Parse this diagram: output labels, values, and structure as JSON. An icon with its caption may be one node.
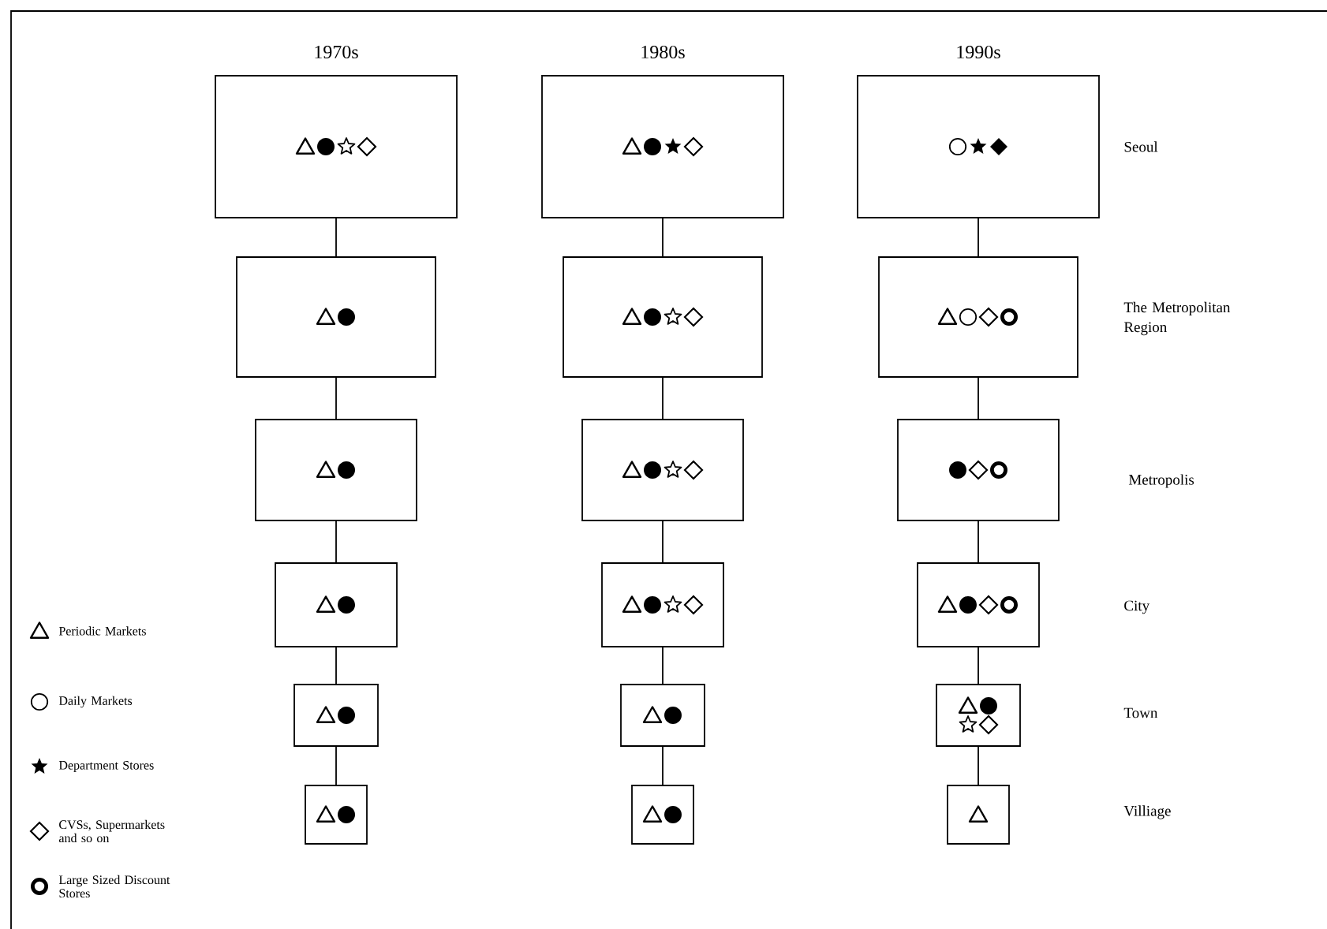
{
  "diagram": {
    "nodes": [
      {
        "text": [],
        "shape": "box"
      },
      {
        "text": [],
        "shape": "box"
      },
      {
        "text": [],
        "shape": "box"
      },
      {
        "text": [],
        "shape": "box"
      },
      {
        "text": [],
        "shape": "box"
      },
      {
        "text": [],
        "shape": "box"
      },
      {
        "text": [],
        "shape": "box"
      },
      {
        "text": [],
        "shape": "box"
      },
      {
        "text": [],
        "shape": "box"
      },
      {
        "text": [],
        "shape": "box"
      },
      {
        "text": [],
        "shape": "box"
      },
      {
        "text": [],
        "shape": "box"
      },
      {
        "text": [],
        "shape": "box"
      },
      {
        "text": [],
        "shape": "box"
      },
      {
        "text": [],
        "shape": "box"
      },
      {
        "text": [],
        "shape": "box"
      },
      {
        "text": [],
        "shape": "box"
      },
      {
        "text": [],
        "shape": "box"
      }
    ],
    "edges": [
      {
        "from": 0,
        "to": 1,
        "arrow": "none"
      },
      {
        "from": 1,
        "to": 2,
        "arrow": "none"
      },
      {
        "from": 2,
        "to": 3,
        "arrow": "none"
      },
      {
        "from": 3,
        "to": 4,
        "arrow": "none"
      },
      {
        "from": 4,
        "to": 5,
        "arrow": "none"
      },
      {
        "from": 6,
        "to": 7,
        "arrow": "none"
      },
      {
        "from": 7,
        "to": 8,
        "arrow": "none"
      },
      {
        "from": 8,
        "to": 9,
        "arrow": "none"
      },
      {
        "from": 9,
        "to": 10,
        "arrow": "none"
      },
      {
        "from": 10,
        "to": 11,
        "arrow": "none"
      },
      {
        "from": 12,
        "to": 13,
        "arrow": "none"
      },
      {
        "from": 13,
        "to": 14,
        "arrow": "none"
      },
      {
        "from": 14,
        "to": 15,
        "arrow": "none"
      },
      {
        "from": 15,
        "to": 16,
        "arrow": "none"
      },
      {
        "from": 16,
        "to": 17,
        "arrow": "none"
      }
    ],
    "labels": [
      "1970s",
      "1980s",
      "1990s",
      "Seoul",
      "The Metropolitan Region",
      "Metropolis",
      "City",
      "Town",
      "Villiage"
    ],
    "legend": [
      {
        "text": "Periodic Markets"
      },
      {
        "text": "Daily Markets"
      },
      {
        "text": "Department Stores"
      },
      {
        "text": "CVSs, Supermarkets and so on"
      },
      {
        "text": "Large Sized Discount Stores"
      }
    ]
  }
}
